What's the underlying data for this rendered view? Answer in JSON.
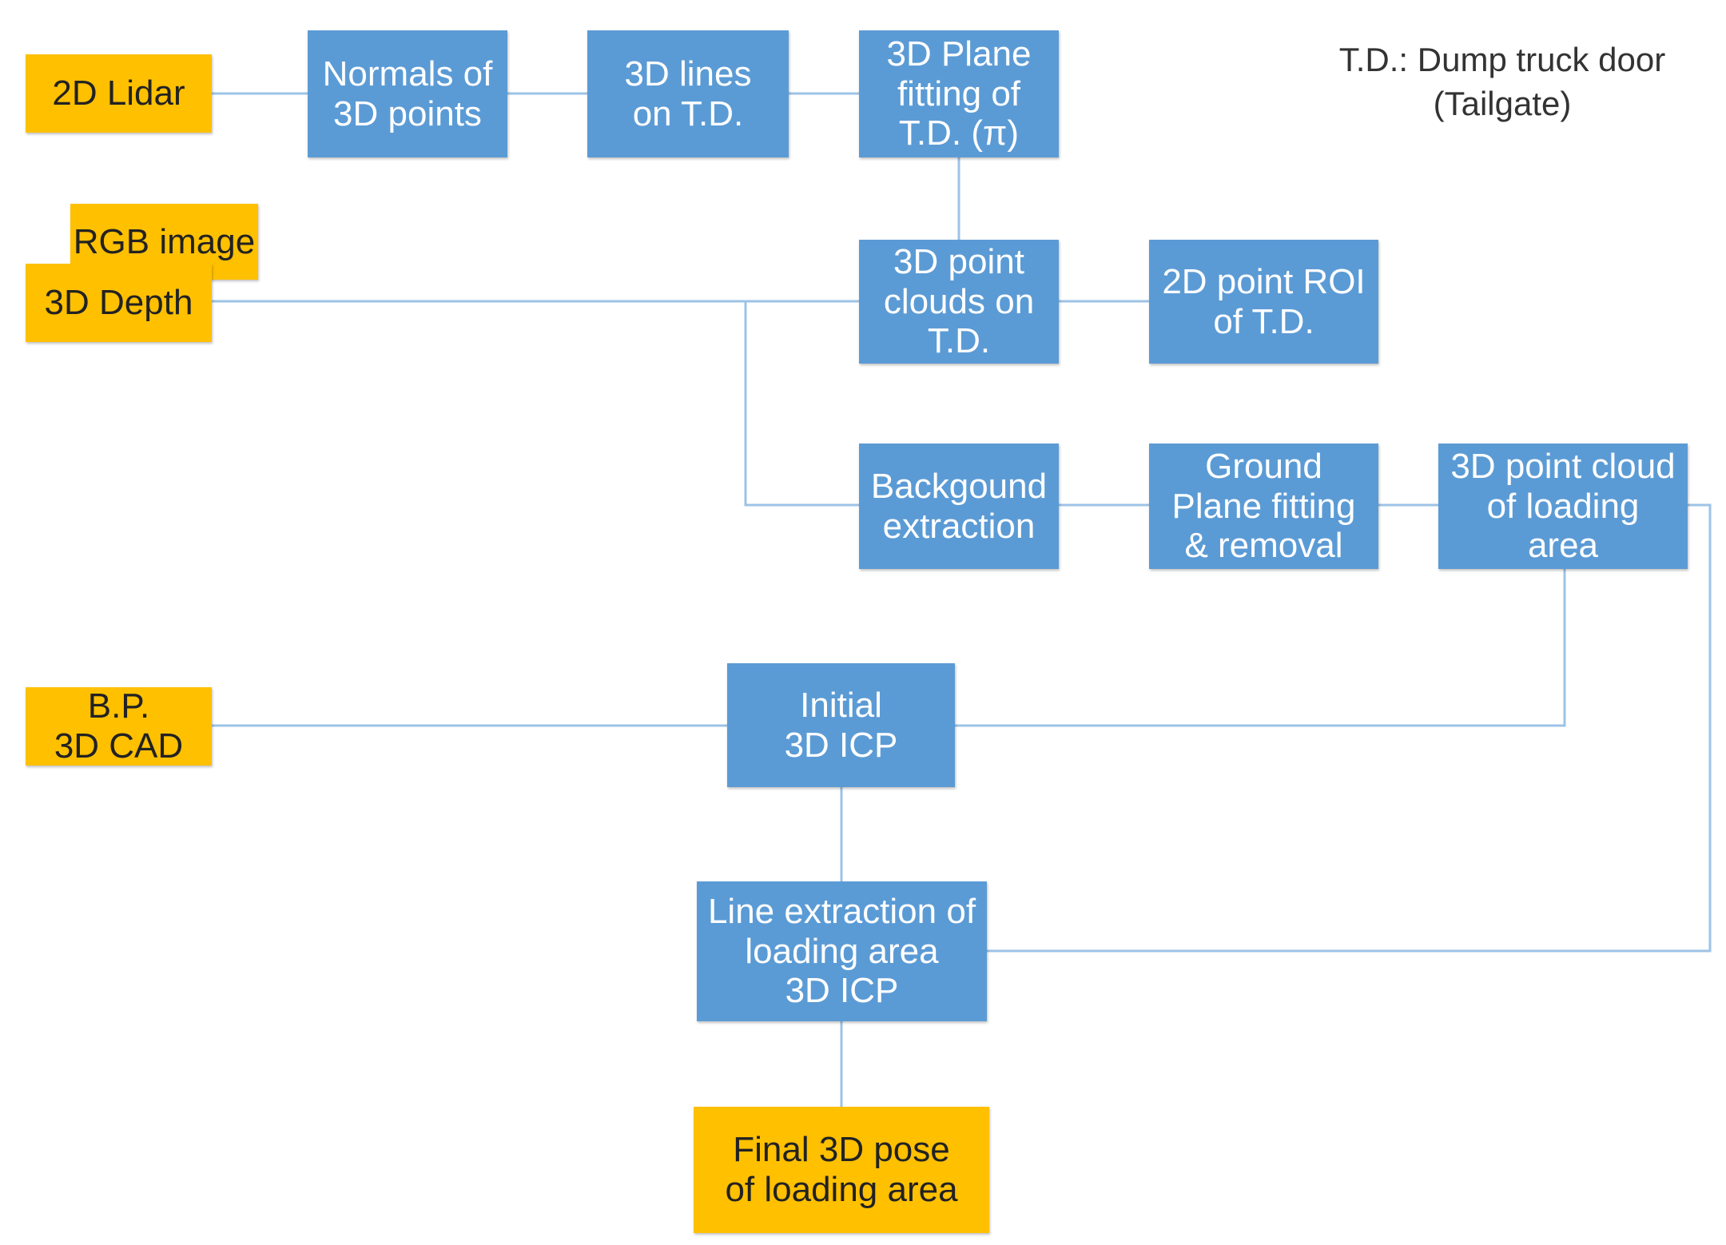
{
  "legend": "T.D.: Dump truck door\n(Tailgate)",
  "colors": {
    "process": "#5b9bd5",
    "io": "#ffc000",
    "edge": "#9dc3e6"
  },
  "nodes": {
    "lidar": "2D Lidar",
    "normals": "Normals of\n3D points",
    "lines": "3D lines\non T.D.",
    "plane": "3D Plane\nfitting of\nT.D. (π)",
    "rgb": "RGB image",
    "depth": "3D Depth",
    "pointclouds": "3D point\nclouds on\nT.D.",
    "roi": "2D point ROI\nof T.D.",
    "background": "Backgound\nextraction",
    "ground": "Ground\nPlane fitting\n& removal",
    "loading_cloud": "3D point cloud\nof loading\narea",
    "cad": "B.P.\n3D CAD",
    "icp": "Initial\n3D ICP",
    "line_extraction": "Line extraction of\nloading area\n3D ICP",
    "final": "Final 3D pose\nof loading area"
  }
}
